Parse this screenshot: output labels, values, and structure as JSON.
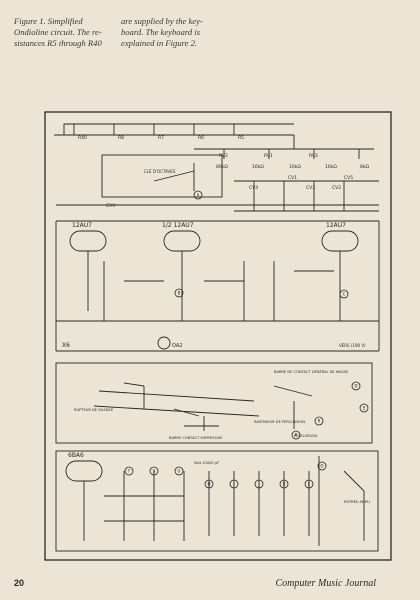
{
  "caption": {
    "left": "Figure 1. Simplified\nOndioline circuit. The re-\nsistances R5 through R40",
    "right": "are supplied by the key-\nboard. The keyboard is\nexplained in Figure 2."
  },
  "schematic": {
    "resistors": [
      "R40",
      "R8",
      "R7",
      "R6",
      "R5"
    ],
    "potentiometers": [
      "RV2",
      "RV1",
      "RV3"
    ],
    "pot_values": [
      "80kΩ",
      "16kΩ",
      "16kΩ",
      "16kΩ",
      "8kΩ"
    ],
    "cv_labels": [
      "CV5",
      "CV1",
      "CV4",
      "CV3",
      "CV2",
      "CVV"
    ],
    "octave_switch": "CLÉ D'OCTAVES",
    "tubes": [
      "12AU7",
      "1/2 12AU7",
      "12AU7",
      "6BA6"
    ],
    "neon": "OA2",
    "x6": "X6",
    "supply": "VERS (190 V)",
    "switch_labels": [
      "BARRE DE CONTACT GÉNÉRAL DE MASSE",
      "RUPTEUR DE SILENCE",
      "BARRE CONTACT EXPRESSIVE",
      "INVERSEUR DE PERCUSSION",
      "PERCUSSION"
    ],
    "circle_labels": [
      "A",
      "B",
      "C",
      "D",
      "E",
      "F",
      "G",
      "H",
      "I",
      "J",
      "K",
      "L",
      "M",
      "N",
      "O",
      "P",
      "R",
      "S",
      "T",
      "U"
    ],
    "output_label": "ENTRÉE AMPLI",
    "filter_label": "5kΩ 10000 pF"
  },
  "footer": {
    "page_number": "20",
    "journal": "Computer Music Journal"
  }
}
